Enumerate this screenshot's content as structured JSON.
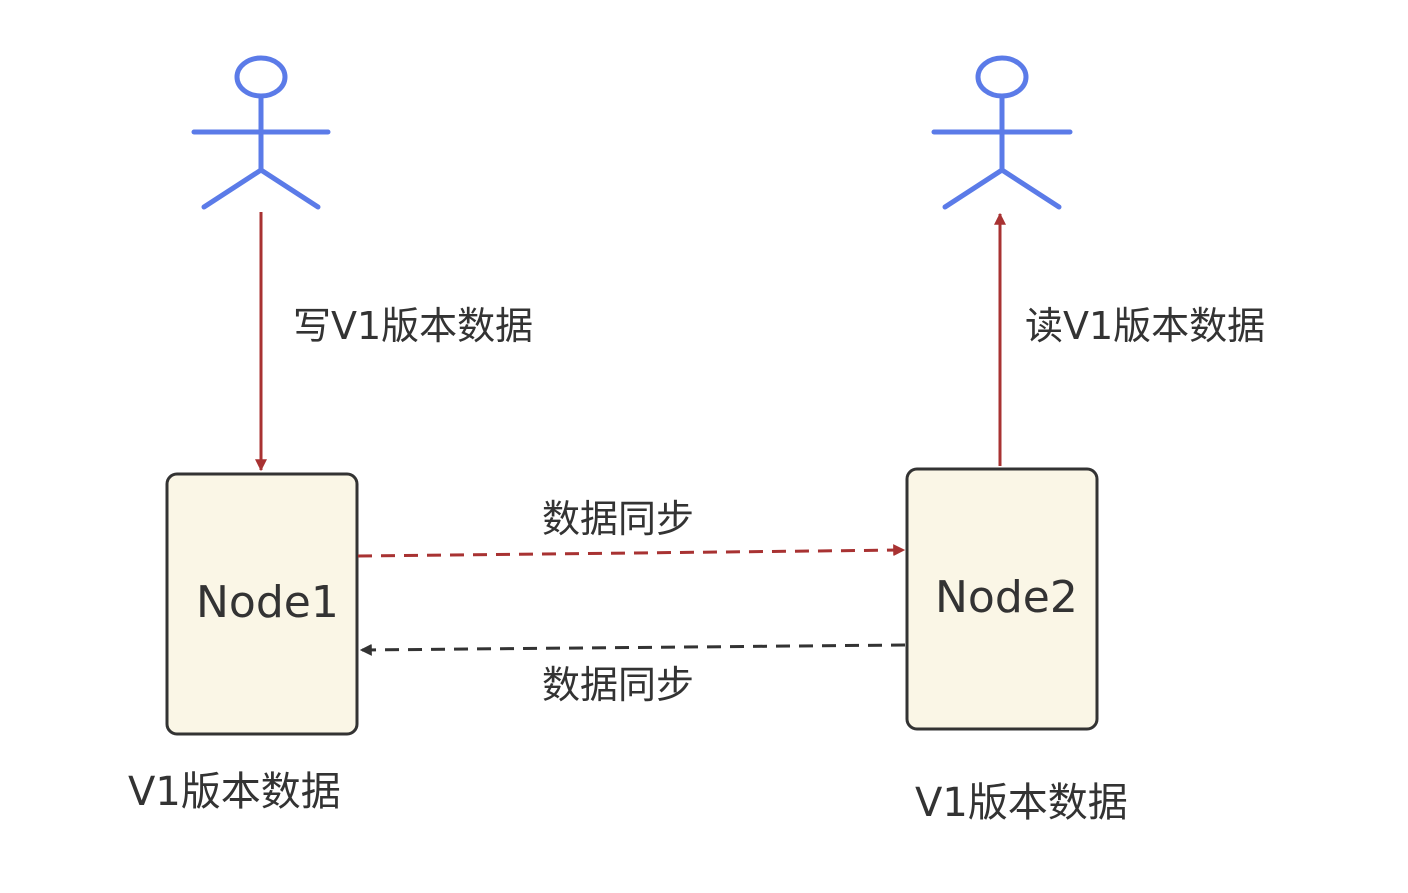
{
  "colors": {
    "actor": "#5b7be8",
    "arrow_red": "#a83232",
    "arrow_dark": "#333333",
    "node_fill": "#faf6e6",
    "node_border": "#333333",
    "text": "#333333"
  },
  "actors": [
    {
      "id": "writer",
      "icon": "stick-figure-icon"
    },
    {
      "id": "reader",
      "icon": "stick-figure-icon"
    }
  ],
  "edges": {
    "write": "写V1版本数据",
    "read": "读V1版本数据",
    "sync_forward": "数据同步",
    "sync_backward": "数据同步"
  },
  "nodes": {
    "node1": {
      "label": "Node1",
      "caption": "V1版本数据"
    },
    "node2": {
      "label": "Node2",
      "caption": "V1版本数据"
    }
  }
}
